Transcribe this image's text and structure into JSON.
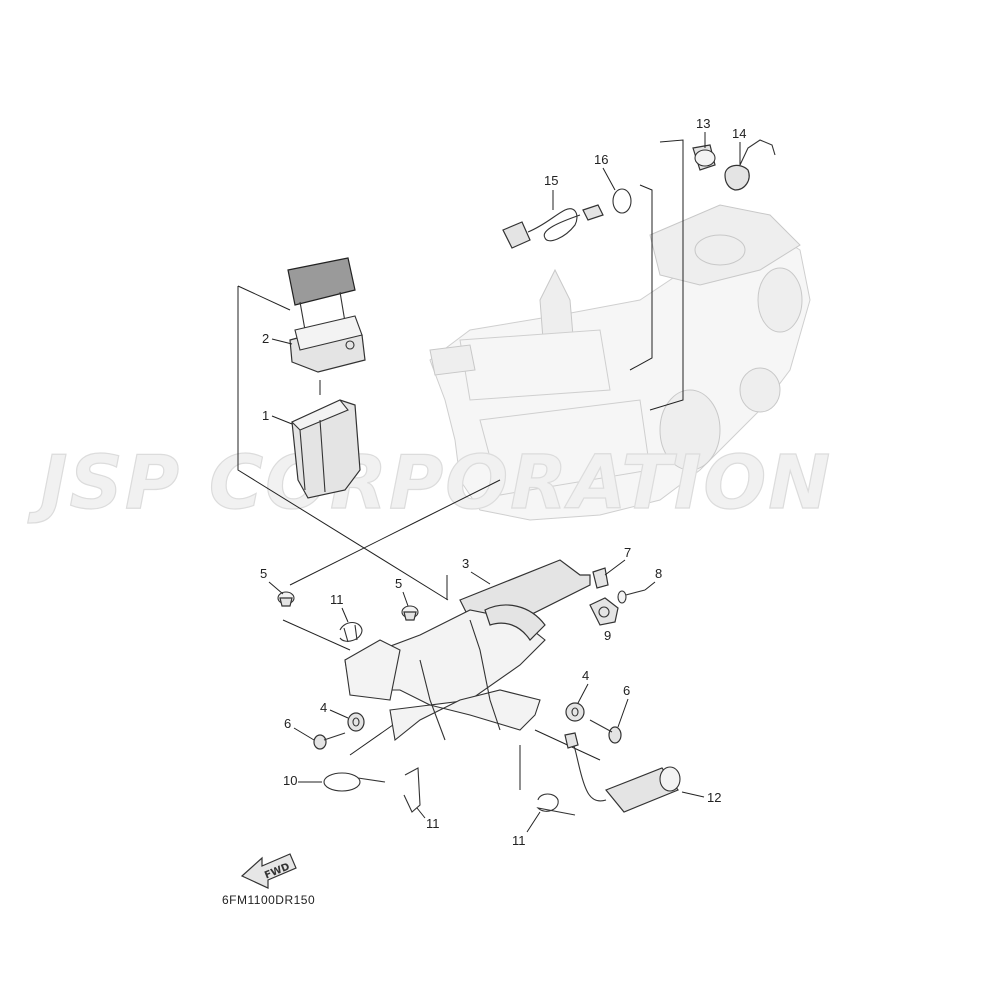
{
  "diagram": {
    "code": "6FM1100DR150",
    "watermark": "JSP CORPORATION",
    "fwd_label": "FWD",
    "callouts": [
      {
        "id": "c1",
        "label": "1"
      },
      {
        "id": "c2",
        "label": "2"
      },
      {
        "id": "c3",
        "label": "3"
      },
      {
        "id": "c4a",
        "label": "4"
      },
      {
        "id": "c4b",
        "label": "4"
      },
      {
        "id": "c5a",
        "label": "5"
      },
      {
        "id": "c5b",
        "label": "5"
      },
      {
        "id": "c6a",
        "label": "6"
      },
      {
        "id": "c6b",
        "label": "6"
      },
      {
        "id": "c7",
        "label": "7"
      },
      {
        "id": "c8",
        "label": "8"
      },
      {
        "id": "c9",
        "label": "9"
      },
      {
        "id": "c10",
        "label": "10"
      },
      {
        "id": "c11a",
        "label": "11"
      },
      {
        "id": "c11b",
        "label": "11"
      },
      {
        "id": "c11c",
        "label": "11"
      },
      {
        "id": "c12",
        "label": "12"
      },
      {
        "id": "c13",
        "label": "13"
      },
      {
        "id": "c14",
        "label": "14"
      },
      {
        "id": "c15",
        "label": "15"
      },
      {
        "id": "c16",
        "label": "16"
      }
    ]
  }
}
